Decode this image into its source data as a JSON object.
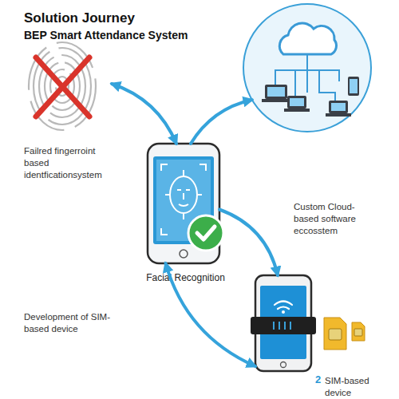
{
  "diagram": {
    "title": "Solution Journey",
    "nodes": [
      {
        "text": [
          "Failred fingerroint based identficationsystem"
        ]
      },
      {
        "text": [
          "Facial Recognition"
        ]
      },
      {
        "text": [
          "Custom Cloud-based software eccosstem"
        ]
      },
      {
        "text": [
          "2",
          "SIM-based device"
        ]
      }
    ],
    "edges": [
      {
        "from": 0,
        "to": 1,
        "arrow": "both"
      },
      {
        "from": 1,
        "to": 2,
        "arrow": "to"
      },
      {
        "from": 1,
        "to": 3,
        "arrow": "to"
      },
      {
        "from": 3,
        "to": 1,
        "arrow": "both"
      }
    ],
    "labels": [
      "BEP Smart Attendance System",
      "Development of SIM-based device"
    ]
  }
}
